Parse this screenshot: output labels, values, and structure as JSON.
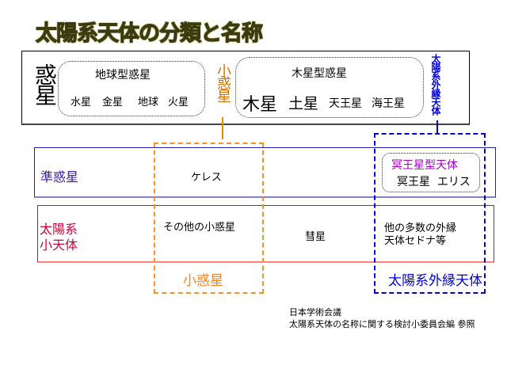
{
  "title": "太陽系天体の分類と名称",
  "planets": {
    "label": "惑星",
    "terrestrial": {
      "label": "地球型惑星",
      "items": [
        "水星",
        "金星",
        "地球",
        "火星"
      ]
    },
    "asteroid_label": "小惑星",
    "jovian": {
      "label": "木星型惑星",
      "items": [
        "木星",
        "土星",
        "天王星",
        "海王星"
      ]
    },
    "tno_label": "太陽系外縁天体"
  },
  "dwarf": {
    "label": "準惑星",
    "ceres": "ケレス",
    "plutoid_label": "冥王星型天体",
    "plutoid_items": "冥王星  エリス"
  },
  "small": {
    "label_line1": "太陽系",
    "label_line2": "小天体",
    "other_asteroids": "その他の小惑星",
    "comets": "彗星",
    "other_tno_line1": "他の多数の外縁",
    "other_tno_line2": "天体セドナ等"
  },
  "group_labels": {
    "asteroids": "小惑星",
    "tno": "太陽系外縁天体"
  },
  "source": {
    "line1": "日本学術会議",
    "line2": "太陽系天体の名称に関する検討小委員会編 参照"
  },
  "colors": {
    "orange": "#f7931e",
    "blue": "#0000cc",
    "red": "#ff0000",
    "purple": "#a000c0",
    "darkblue": "#3a1aa0"
  }
}
